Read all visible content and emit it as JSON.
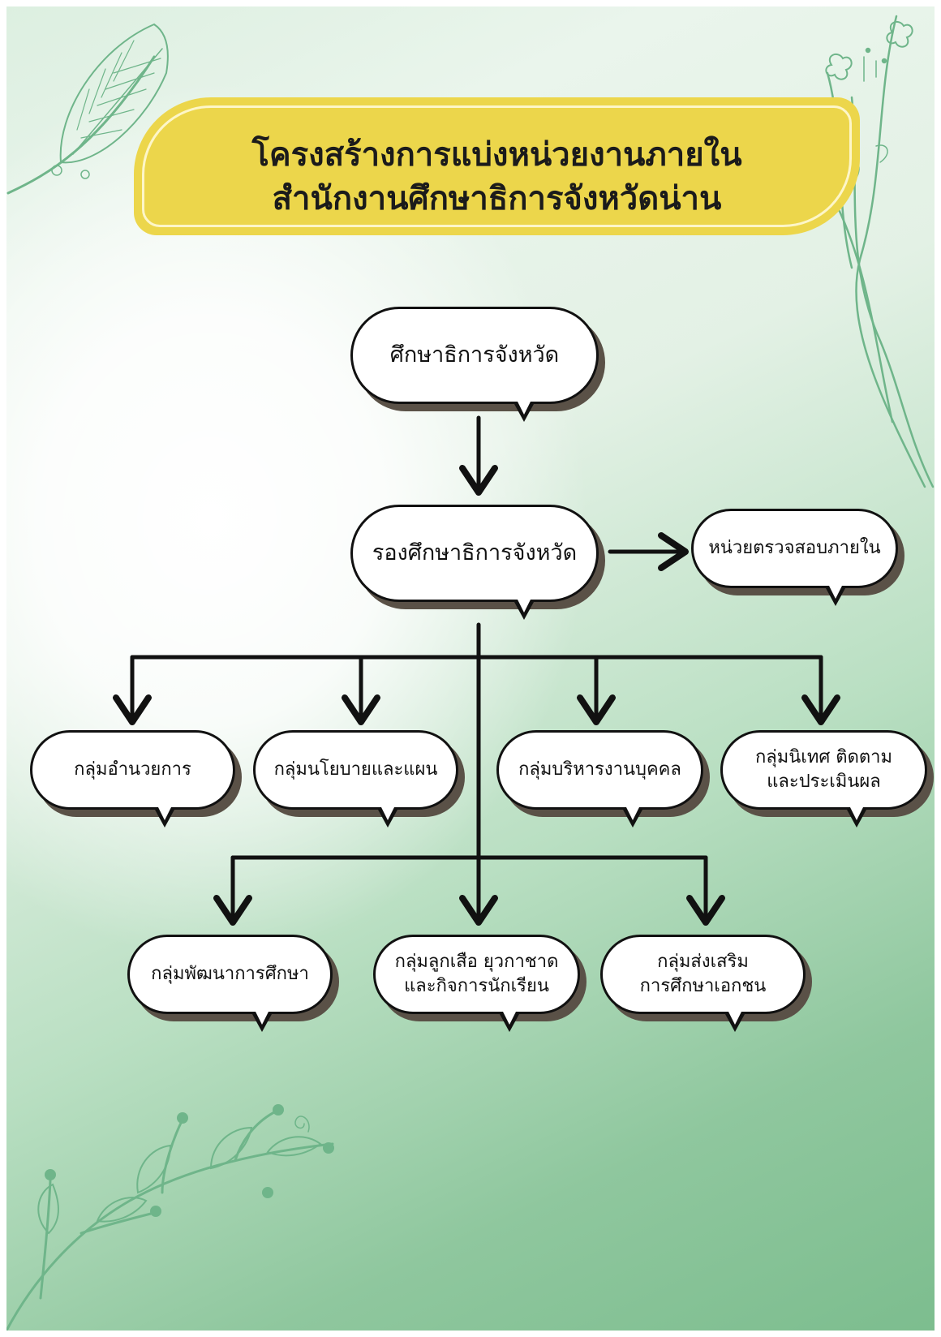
{
  "title": {
    "line1": "โครงสร้างการแบ่งหน่วยงานภายใน",
    "line2": "สำนักงานศึกษาธิการจังหวัดน่าน"
  },
  "nodes": {
    "top": {
      "label": "ศึกษาธิการจังหวัด"
    },
    "deputy": {
      "label": "รองศึกษาธิการจังหวัด"
    },
    "audit": {
      "label": "หน่วยตรวจสอบภายใน"
    },
    "admin": {
      "label": "กลุ่มอำนวยการ"
    },
    "policy": {
      "label": "กลุ่มนโยบายและแผน"
    },
    "hr": {
      "label": "กลุ่มบริหารงานบุคคล"
    },
    "supervision": {
      "line1": "กลุ่มนิเทศ ติดตาม",
      "line2": "และประเมินผล"
    },
    "development": {
      "label": "กลุ่มพัฒนาการศึกษา"
    },
    "scouts": {
      "line1": "กลุ่มลูกเสือ ยุวกาชาด",
      "line2": "และกิจการนักเรียน"
    },
    "private": {
      "line1": "กลุ่มส่งเสริม",
      "line2": "การศึกษาเอกชน"
    }
  },
  "colors": {
    "banner": "#ecd64b",
    "leaf": "#6fb58a",
    "line": "#111111",
    "shadow": "#5a5147"
  }
}
